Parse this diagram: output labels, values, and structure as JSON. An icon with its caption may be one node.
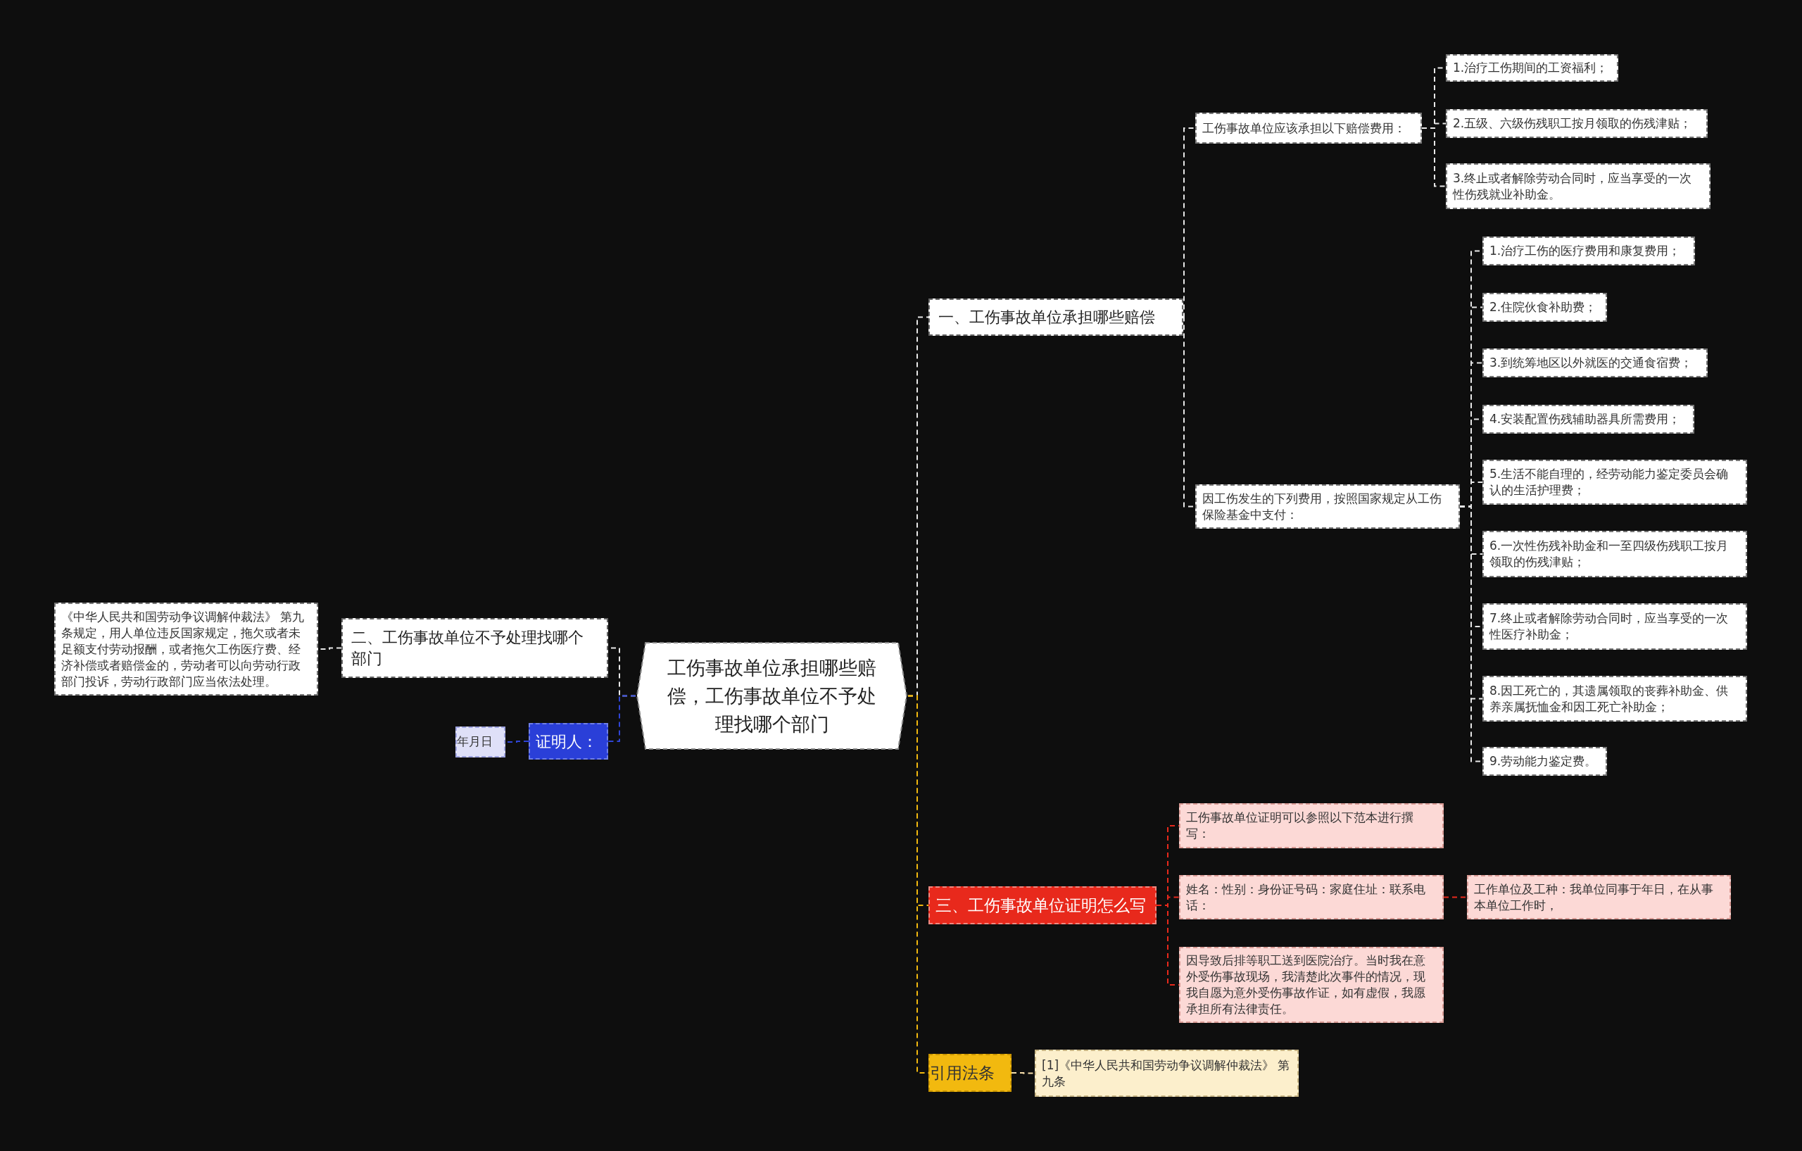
{
  "diagram": {
    "nodes": [
      {
        "text": [
          "工伤事故单位承担哪些赔偿，工伤事故单位不予处理找哪个部门"
        ]
      },
      {
        "text": [
          "一、工伤事故单位承担哪些赔偿"
        ]
      },
      {
        "text": [
          "工伤事故单位应该承担以下赔偿费用："
        ]
      },
      {
        "text": [
          "1.治疗工伤期间的工资福利；"
        ]
      },
      {
        "text": [
          "2.五级、六级伤残职工按月领取的伤残津贴；"
        ]
      },
      {
        "text": [
          "3.终止或者解除劳动合同时，应当享受的一次性伤残就业补助金。"
        ]
      },
      {
        "text": [
          "因工伤发生的下列费用，按照国家规定从工伤保险基金中支付："
        ]
      },
      {
        "text": [
          "1.治疗工伤的医疗费用和康复费用；"
        ]
      },
      {
        "text": [
          "2.住院伙食补助费；"
        ]
      },
      {
        "text": [
          "3.到统筹地区以外就医的交通食宿费；"
        ]
      },
      {
        "text": [
          "4.安装配置伤残辅助器具所需费用；"
        ]
      },
      {
        "text": [
          "5.生活不能自理的，经劳动能力鉴定委员会确认的生活护理费；"
        ]
      },
      {
        "text": [
          "6.一次性伤残补助金和一至四级伤残职工按月领取的伤残津贴；"
        ]
      },
      {
        "text": [
          "7.终止或者解除劳动合同时，应当享受的一次性医疗补助金；"
        ]
      },
      {
        "text": [
          "8.因工死亡的，其遗属领取的丧葬补助金、供养亲属抚恤金和因工死亡补助金；"
        ]
      },
      {
        "text": [
          "9.劳动能力鉴定费。"
        ]
      },
      {
        "text": [
          "二、工伤事故单位不予处理找哪个部门"
        ]
      },
      {
        "text": [
          "《中华人民共和国劳动争议调解仲裁法》 第九条规定，用人单位违反国家规定，拖欠或者未足额支付劳动报酬，或者拖欠工伤医疗费、经济补偿或者赔偿金的，劳动者可以向劳动行政部门投诉，劳动行政部门应当依法处理。"
        ]
      },
      {
        "text": [
          "证明人："
        ]
      },
      {
        "text": [
          "年月日"
        ]
      },
      {
        "text": [
          "三、工伤事故单位证明怎么写"
        ]
      },
      {
        "text": [
          "工伤事故单位证明可以参照以下范本进行撰写："
        ]
      },
      {
        "text": [
          "姓名：性别：身份证号码：家庭住址：联系电话："
        ]
      },
      {
        "text": [
          "工作单位及工种：我单位同事于年日，在从事本单位工作时，"
        ]
      },
      {
        "text": [
          "因导致后排等职工送到医院治疗。当时我在意外受伤事故现场，我清楚此次事件的情况，现我自愿为意外受伤事故作证，如有虚假，我愿承担所有法律责任。"
        ]
      },
      {
        "text": [
          "引用法条"
        ]
      },
      {
        "text": [
          "[1]《中华人民共和国劳动争议调解仲裁法》 第九条"
        ]
      }
    ],
    "edges": [
      {
        "from": 0,
        "to": 1,
        "arrow": "none",
        "style": "dashed"
      },
      {
        "from": 1,
        "to": 2,
        "arrow": "none",
        "style": "dashed"
      },
      {
        "from": 2,
        "to": 3,
        "arrow": "none",
        "style": "dashed"
      },
      {
        "from": 2,
        "to": 4,
        "arrow": "none",
        "style": "dashed"
      },
      {
        "from": 2,
        "to": 5,
        "arrow": "none",
        "style": "dashed"
      },
      {
        "from": 1,
        "to": 6,
        "arrow": "none",
        "style": "dashed"
      },
      {
        "from": 6,
        "to": 7,
        "arrow": "none",
        "style": "dashed"
      },
      {
        "from": 6,
        "to": 8,
        "arrow": "none",
        "style": "dashed"
      },
      {
        "from": 6,
        "to": 9,
        "arrow": "none",
        "style": "dashed"
      },
      {
        "from": 6,
        "to": 10,
        "arrow": "none",
        "style": "dashed"
      },
      {
        "from": 6,
        "to": 11,
        "arrow": "none",
        "style": "dashed"
      },
      {
        "from": 6,
        "to": 12,
        "arrow": "none",
        "style": "dashed"
      },
      {
        "from": 6,
        "to": 13,
        "arrow": "none",
        "style": "dashed"
      },
      {
        "from": 6,
        "to": 14,
        "arrow": "none",
        "style": "dashed"
      },
      {
        "from": 6,
        "to": 15,
        "arrow": "none",
        "style": "dashed"
      },
      {
        "from": 0,
        "to": 16,
        "arrow": "none",
        "style": "dashed"
      },
      {
        "from": 16,
        "to": 17,
        "arrow": "none",
        "style": "dashed"
      },
      {
        "from": 0,
        "to": 18,
        "arrow": "none",
        "style": "dashed",
        "color": "#2f45d6"
      },
      {
        "from": 18,
        "to": 19,
        "arrow": "none",
        "style": "dashed",
        "color": "#2f45d6"
      },
      {
        "from": 0,
        "to": 20,
        "arrow": "none",
        "style": "dashed",
        "color": "#f2b90f"
      },
      {
        "from": 20,
        "to": 21,
        "arrow": "none",
        "style": "dashed",
        "color": "#e8291c"
      },
      {
        "from": 20,
        "to": 22,
        "arrow": "none",
        "style": "dashed",
        "color": "#e8291c"
      },
      {
        "from": 22,
        "to": 23,
        "arrow": "none",
        "style": "dashed",
        "color": "#e8291c"
      },
      {
        "from": 20,
        "to": 24,
        "arrow": "none",
        "style": "dashed",
        "color": "#e8291c"
      },
      {
        "from": 0,
        "to": 25,
        "arrow": "none",
        "style": "dashed",
        "color": "#f2b90f"
      },
      {
        "from": 25,
        "to": 26,
        "arrow": "none",
        "style": "dashed",
        "color": "#f7deaa"
      }
    ]
  }
}
